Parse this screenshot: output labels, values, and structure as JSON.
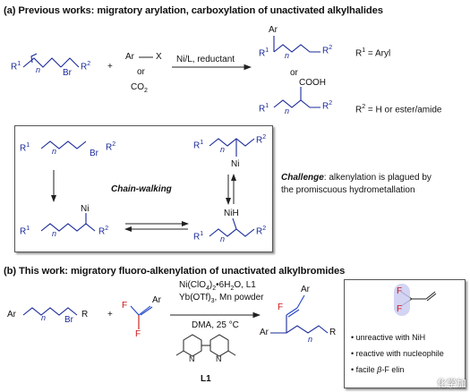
{
  "headers": {
    "a": "(a) Previous works: migratory arylation, carboxylation of unactivated alkylhalides",
    "b": "(b) This work: migratory fluoro-alkenylation of unactivated alkylbromides"
  },
  "scheme_a": {
    "reactant_r1": "R",
    "reactant_sup1": "1",
    "reactant_n": "n",
    "reactant_br": "Br",
    "reactant_r2": "R",
    "reactant_sup2": "2",
    "plus": "+",
    "arx_ar": "Ar",
    "arx_x": "X",
    "or": "or",
    "co2": "CO",
    "co2_sub": "2",
    "conditions": "Ni/L, reductant",
    "prod1_ar": "Ar",
    "prod_r1": "R",
    "prod_sup1": "1",
    "prod_n": "n",
    "prod_r2": "R",
    "prod_sup2": "2",
    "prod_or": "or",
    "prod2_cooh": "COOH",
    "note1_r": "R",
    "note1_sup": "1",
    "note1_text": " = Aryl",
    "note2_r": "R",
    "note2_sup": "2",
    "note2_text": " = H or ester/amide"
  },
  "mechanism_box": {
    "chain_walking": "Chain-walking",
    "challenge_label": "Challenge",
    "challenge_text": ": alkenylation is plagued by",
    "challenge_text2": "the promiscuous hydrometallation",
    "ni": "Ni",
    "nih": "NiH",
    "br": "Br",
    "n": "n",
    "r1": "R",
    "sup1": "1",
    "r2": "R",
    "sup2": "2"
  },
  "scheme_b": {
    "reactant_ar": "Ar",
    "reactant_n": "n",
    "reactant_br": "Br",
    "reactant_r": "R",
    "plus": "+",
    "f_label": "F",
    "vinyl_ar": "Ar",
    "cond1": "Ni(ClO",
    "cond1_sub": "4",
    "cond1_tail": ")",
    "cond1_sub2": "2",
    "cond1_end": "•6H",
    "cond1_sub3": "2",
    "cond1_end2": "O, L1",
    "cond2": "Yb(OTf)",
    "cond2_sub": "3",
    "cond2_end": ", Mn powder",
    "cond3": "DMA, 25 °C",
    "ligand_n": "N",
    "ligand_label": "L1",
    "product_ar": "Ar",
    "product_f": "F",
    "product_r": "R",
    "product_n": "n",
    "bullet1": "unreactive with NiH",
    "bullet2": "reactive with nucleophile",
    "bullet3_a": "facile ",
    "bullet3_beta": "β",
    "bullet3_b": "-F el",
    "bullet3_c": "in",
    "box_f": "F",
    "watermark": "化学加"
  },
  "colors": {
    "chain": "#1a2a9a",
    "fluorine": "#cc1111",
    "vinyl_blue": "#2244cc",
    "box_border": "#555555"
  }
}
